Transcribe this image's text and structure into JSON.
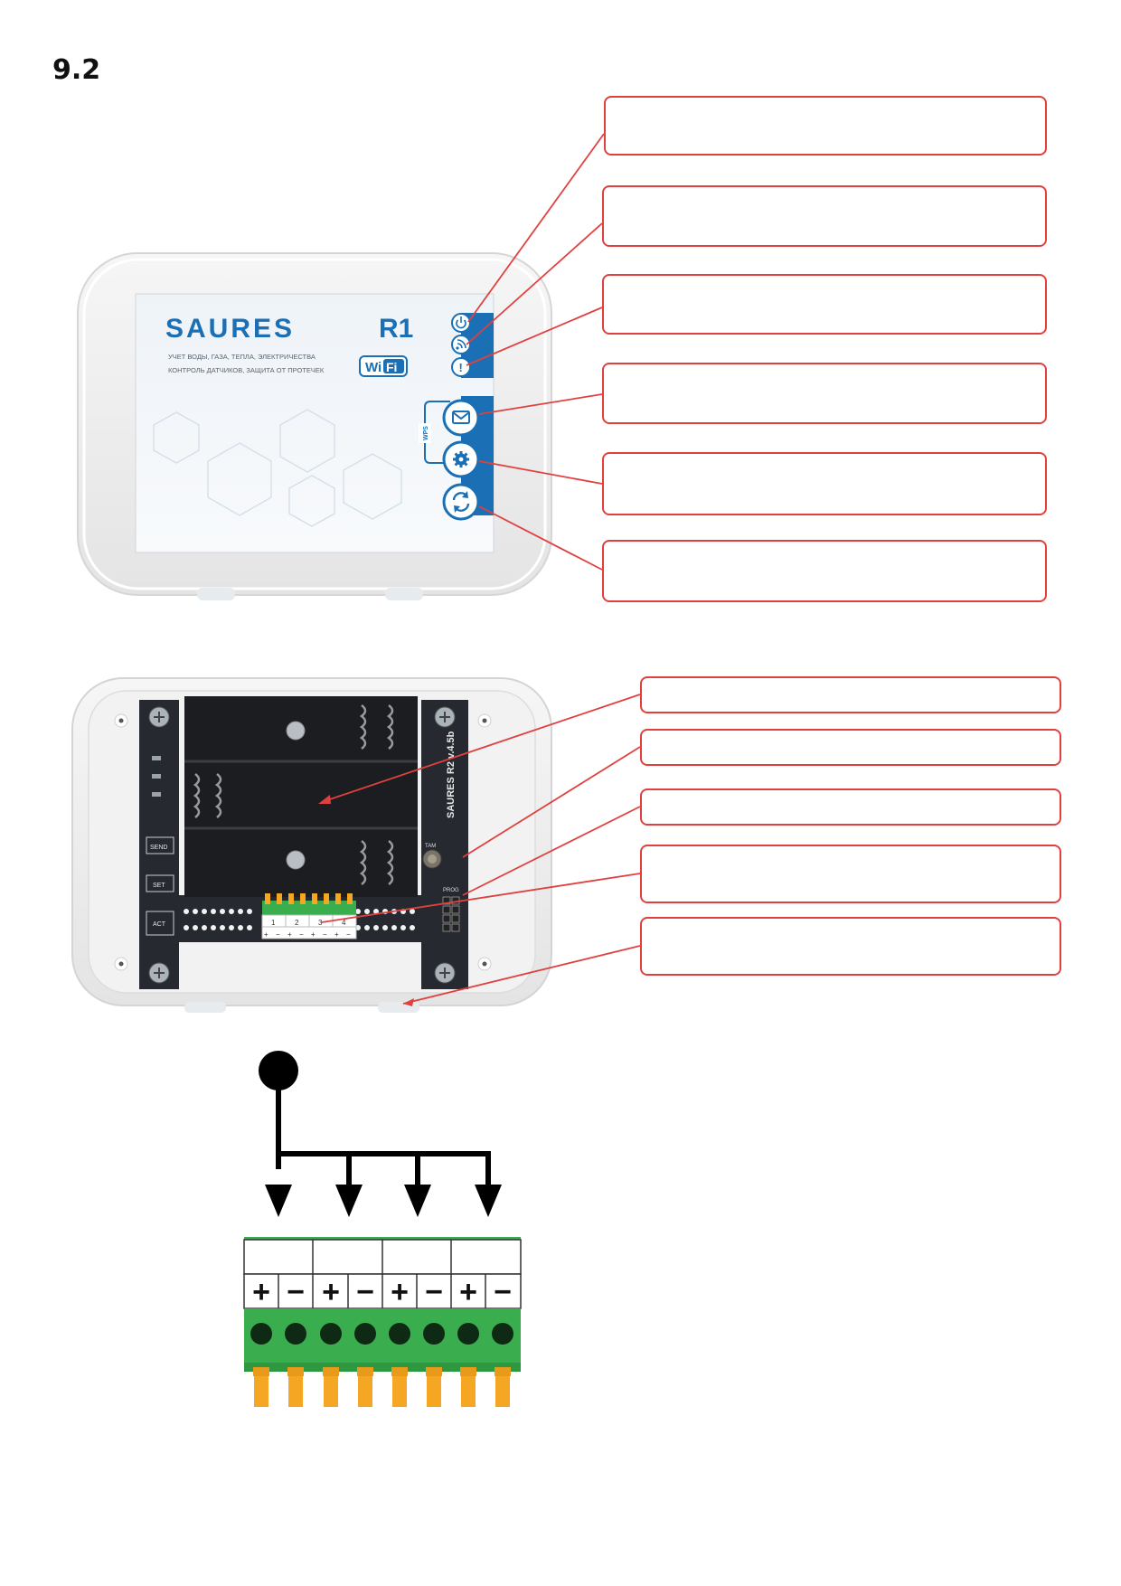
{
  "section": {
    "number": "9.2"
  },
  "device_front": {
    "brand": "SAURES",
    "model": "R1",
    "wifi_label_left": "Wi",
    "wifi_label_right": "Fi",
    "tagline_line1": "УЧЕТ ВОДЫ, ГАЗА, ТЕПЛА, ЭЛЕКТРИЧЕСТВА",
    "tagline_line2": "КОНТРОЛЬ ДАТЧИКОВ, ЗАЩИТА ОТ ПРОТЕЧЕК",
    "wps_label": "WPS",
    "indicators": [
      {
        "icon": "power-icon"
      },
      {
        "icon": "wifi-icon"
      },
      {
        "icon": "alert-icon"
      }
    ],
    "buttons": [
      {
        "icon": "envelope-icon"
      },
      {
        "icon": "gear-icon"
      },
      {
        "icon": "refresh-icon"
      }
    ]
  },
  "device_inside": {
    "board_label": "SAURES R2 v.4.5b",
    "button_send": "SEND",
    "button_set": "SET",
    "button_act": "ACT",
    "prog_label": "PROG",
    "tamper_label": "TAM",
    "channel_numbers": [
      "1",
      "2",
      "3",
      "4"
    ],
    "polarity": [
      "+",
      "−",
      "+",
      "−",
      "+",
      "−",
      "+",
      "−"
    ]
  },
  "callouts_front": [
    "",
    "",
    "",
    "",
    "",
    ""
  ],
  "callouts_inside": [
    "",
    "",
    "",
    "",
    ""
  ],
  "terminal_block": {
    "polarity": [
      "+",
      "−",
      "+",
      "−",
      "+",
      "−",
      "+",
      "−"
    ],
    "channels": 4
  },
  "colors": {
    "callout_border": "#e0413f",
    "brand_blue": "#1a6fb5",
    "terminal_green": "#3aae4e",
    "terminal_orange": "#f5a623",
    "board_dark": "#262a30"
  }
}
